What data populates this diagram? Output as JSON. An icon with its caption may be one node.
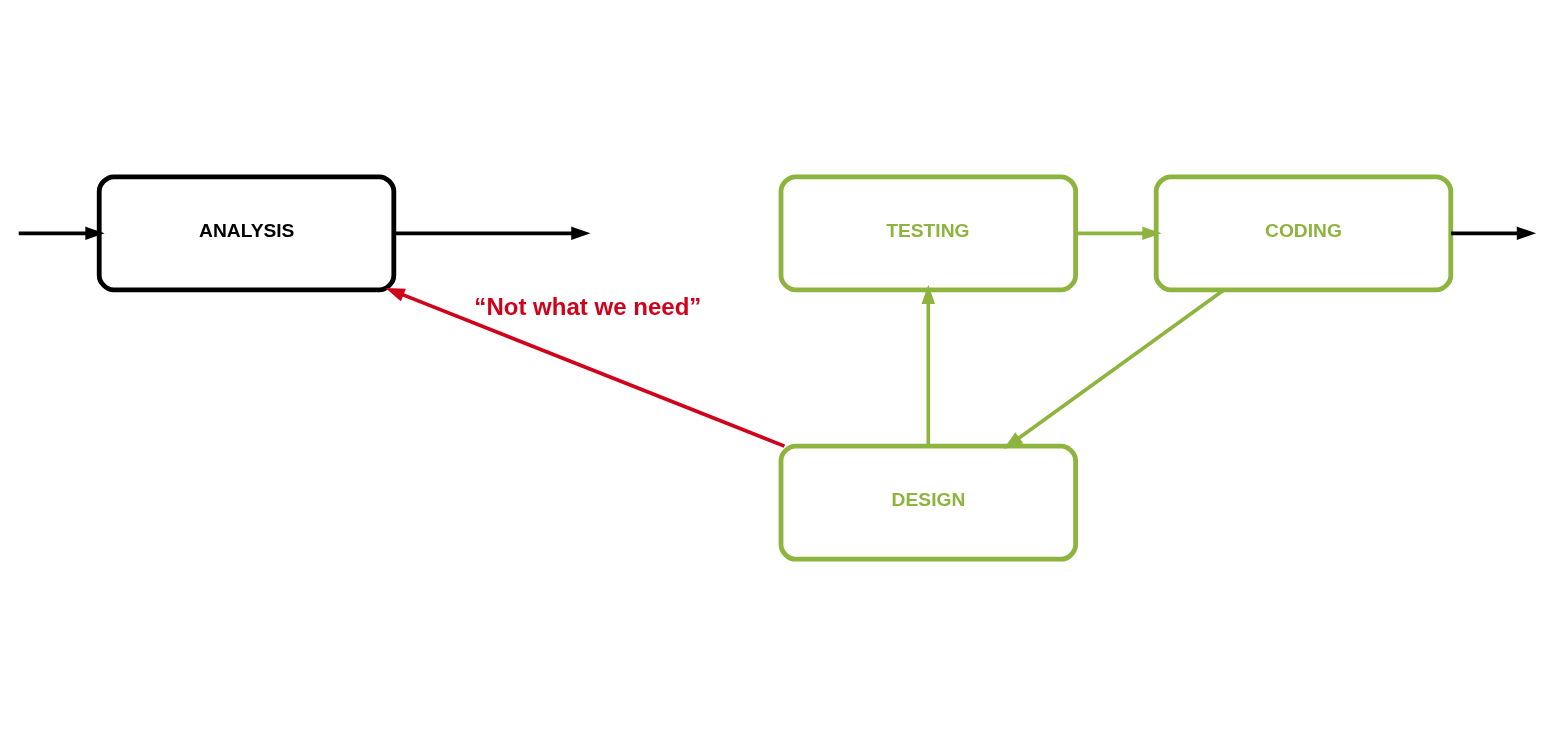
{
  "diagram": {
    "nodes": [
      {
        "text": [
          "ANALYSIS"
        ]
      },
      {
        "text": [
          "TESTING"
        ]
      },
      {
        "text": [
          "CODING"
        ]
      },
      {
        "text": [
          "DESIGN"
        ]
      }
    ],
    "edges": [
      {
        "from": 0,
        "to": null,
        "arrow": "to",
        "color": "#000000"
      },
      {
        "from": null,
        "to": 0,
        "arrow": "to",
        "color": "#000000"
      },
      {
        "from": 3,
        "to": 1,
        "arrow": "to",
        "color": "#8db43e"
      },
      {
        "from": 1,
        "to": 2,
        "arrow": "to",
        "color": "#8db43e"
      },
      {
        "from": 2,
        "to": 3,
        "arrow": "to",
        "color": "#8db43e"
      },
      {
        "from": 3,
        "to": 0,
        "arrow": "to",
        "label": "“Not what we need”",
        "color": "#d0021b"
      },
      {
        "from": 2,
        "to": null,
        "arrow": "to",
        "color": "#000000"
      }
    ]
  }
}
